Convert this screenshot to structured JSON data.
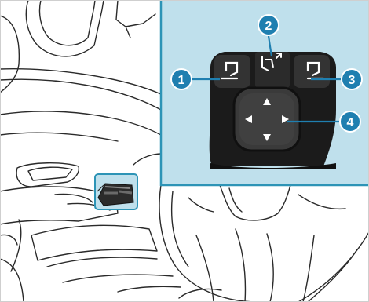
{
  "colors": {
    "inset_background": "#bfe0ec",
    "inset_border": "#2d94b6",
    "callout_fill": "#1f7fb0",
    "callout_text": "#ffffff",
    "line_drawing": "#2a2a2a",
    "control_panel": "#1b1b1b",
    "button_gray": "#3a3a3a",
    "mirror_selected_line": "#ffffff"
  },
  "callouts": [
    {
      "number": "1",
      "meaning": "left-mirror-select"
    },
    {
      "number": "2",
      "meaning": "mirror-fold"
    },
    {
      "number": "3",
      "meaning": "right-mirror-select"
    },
    {
      "number": "4",
      "meaning": "mirror-adjust-pad"
    }
  ],
  "icons": {
    "left_mirror": "left-mirror-icon",
    "fold": "fold-mirror-icon",
    "right_mirror": "right-mirror-icon",
    "up": "arrow-up-icon",
    "down": "arrow-down-icon",
    "left": "arrow-left-icon",
    "right": "arrow-right-icon"
  }
}
